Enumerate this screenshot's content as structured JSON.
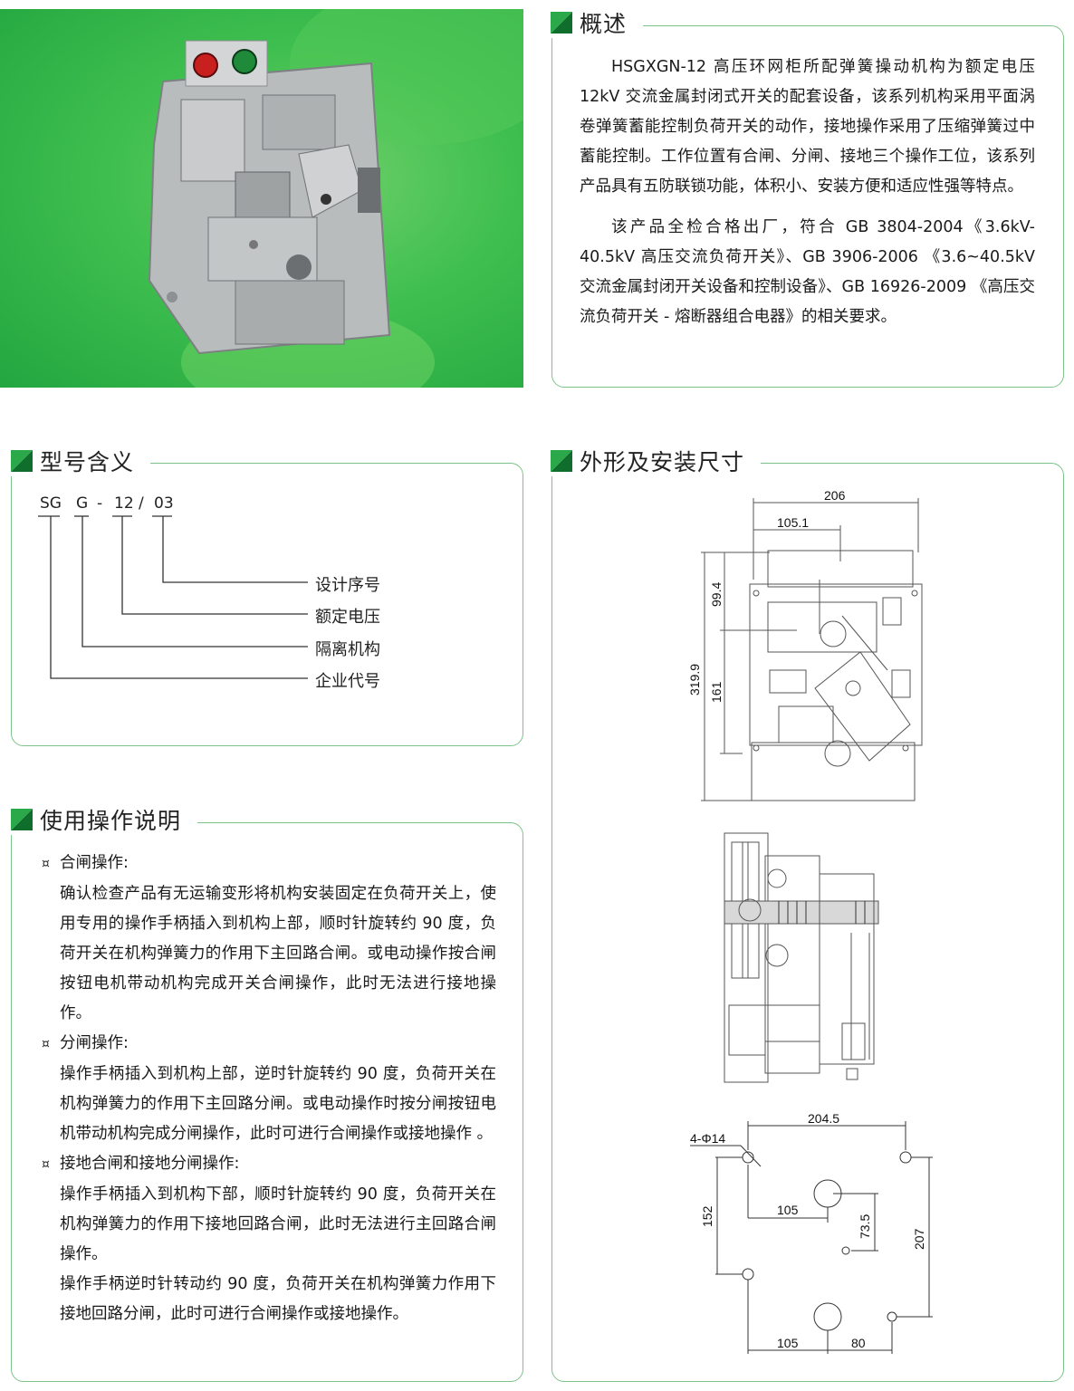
{
  "overview": {
    "title": "概述",
    "p1": "HSGXGN-12 高压环网柜所配弹簧操动机构为额定电压 12kV 交流金属封闭式开关的配套设备，该系列机构采用平面涡卷弹簧蓄能控制负荷开关的动作，接地操作采用了压缩弹簧过中蓄能控制。工作位置有合闸、分闸、接地三个操作工位，该系列产品具有五防联锁功能，体积小、安装方便和适应性强等特点。",
    "p2": "该产品全检合格出厂，符合 GB 3804-2004《3.6kV-40.5kV 高压交流负荷开关》、GB 3906-2006 《3.6~40.5kV 交流金属封闭开关设备和控制设备》、GB 16926-2009 《高压交流负荷开关 - 熔断器组合电器》的相关要求。"
  },
  "model": {
    "title": "型号含义",
    "code_parts": [
      "SG",
      "G",
      "-",
      "12",
      "/",
      "03"
    ],
    "labels": [
      "设计序号",
      "额定电压",
      "隔离机构",
      "企业代号"
    ]
  },
  "usage": {
    "title": "使用操作说明",
    "bullet_glyph": "¤",
    "sections": [
      {
        "heading": "合闸操作:",
        "text": "确认检查产品有无运输变形将机构安装固定在负荷开关上，使用专用的操作手柄插入到机构上部，顺时针旋转约 90 度，负荷开关在机构弹簧力的作用下主回路合闸。或电动操作按合闸按钮电机带动机构完成开关合闸操作，此时无法进行接地操作。"
      },
      {
        "heading": "分闸操作:",
        "text": "操作手柄插入到机构上部，逆时针旋转约 90 度，负荷开关在机构弹簧力的作用下主回路分闸。或电动操作时按分闸按钮电机带动机构完成分闸操作，此时可进行合闸操作或接地操作 。"
      },
      {
        "heading": "接地合闸和接地分闸操作:",
        "text": "操作手柄插入到机构下部，顺时针旋转约 90 度，负荷开关在机构弹簧力的作用下接地回路合闸，此时无法进行主回路合闸操作。",
        "text2": "操作手柄逆时针转动约 90 度，负荷开关在机构弹簧力作用下接地回路分闸，此时可进行合闸操作或接地操作。"
      }
    ]
  },
  "dimensions": {
    "title": "外形及安装尺寸",
    "front": {
      "w_total": "206",
      "w_half": "105.1",
      "h_total": "319.9",
      "h_top": "99.4",
      "h_bottom": "161"
    },
    "mount": {
      "holes": "4-Φ14",
      "w_total": "204.5",
      "h_left": "152",
      "w_inner": "105",
      "h_inner": "73.5",
      "h_right": "207",
      "b_left": "105",
      "b_right": "80"
    }
  },
  "colors": {
    "green_bg": "#2bb24c",
    "border": "#7cc48a",
    "icon_green": "#2aa84a",
    "icon_dark": "#0f6e2c"
  }
}
